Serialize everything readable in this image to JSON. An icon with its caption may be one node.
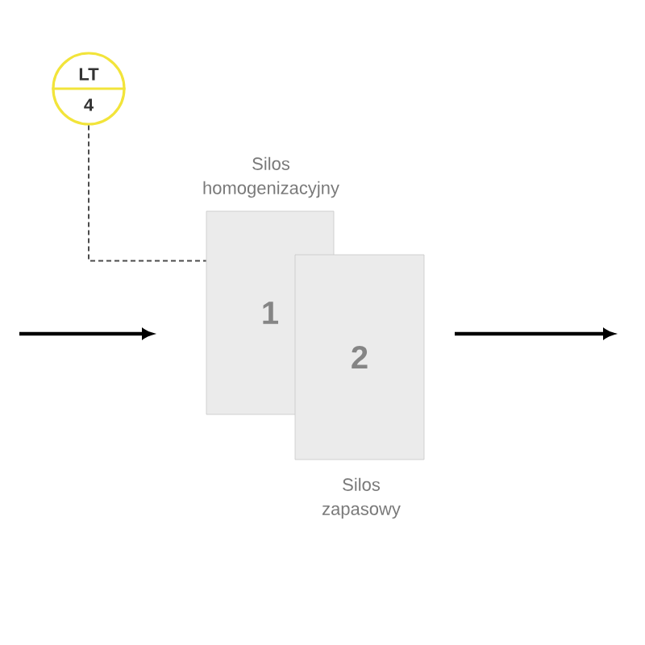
{
  "diagram": {
    "nodes": [
      {
        "text": [
          "LT",
          "4"
        ]
      },
      {
        "text": [
          "1"
        ],
        "beside": [
          "Silos homogenizacyjny"
        ]
      },
      {
        "text": [
          "2"
        ],
        "beside": [
          "Silos zapasowy"
        ]
      }
    ],
    "edges": [
      {
        "from": 0,
        "to": 1,
        "arrow": "none",
        "style": "dashed"
      }
    ]
  }
}
